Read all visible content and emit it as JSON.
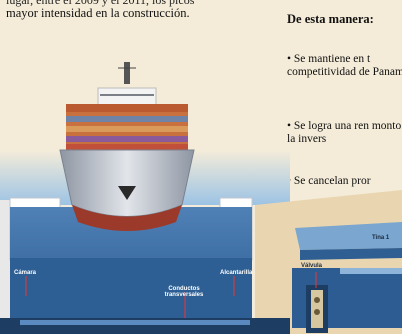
{
  "text": {
    "intro_clipped": "lugar, entre el 2009 y el 2011, los picos",
    "intro_line2": "mayor intensidad en la construcción.",
    "heading": "De esta manera:",
    "bullet1": "• Se mantiene en t competitividad de Panamá,",
    "bullet2": "• Se logra una ren monto de la invers",
    "bullet3": "• Se cancelan pror"
  },
  "labels": {
    "camara": "Cámara",
    "alcantarilla": "Alcantarilla",
    "conductos": "Conductos transversales",
    "tina": "Tina 1",
    "valvula": "Válvula"
  },
  "colors": {
    "background": "#f4ecd9",
    "water": "#3f72a8",
    "water_deep": "#1f4d80",
    "sky": "#8fbbe0",
    "hull": "#c7ccd4",
    "containers": "#c86a3a"
  }
}
